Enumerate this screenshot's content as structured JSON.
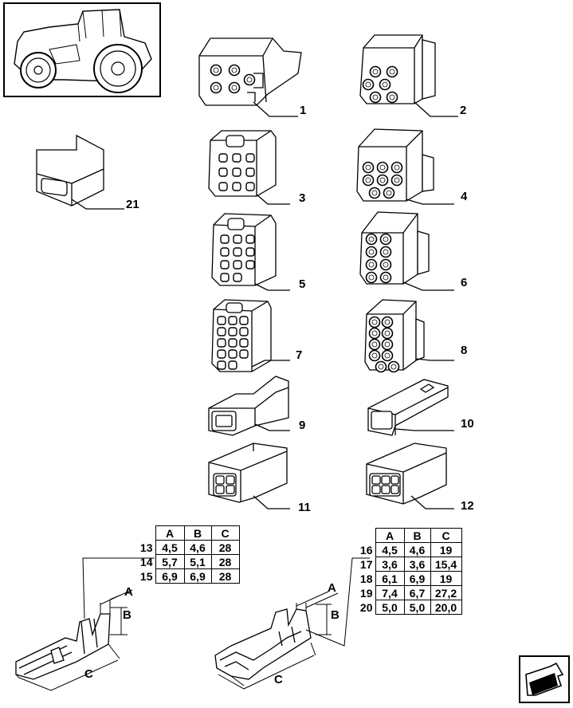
{
  "parts": {
    "p1": "1",
    "p2": "2",
    "p3": "3",
    "p4": "4",
    "p5": "5",
    "p6": "6",
    "p7": "7",
    "p8": "8",
    "p9": "9",
    "p10": "10",
    "p11": "11",
    "p12": "12",
    "p21": "21"
  },
  "table_left": {
    "headers": [
      "A",
      "B",
      "C"
    ],
    "rows": [
      {
        "ref": "13",
        "a": "4,5",
        "b": "4,6",
        "c": "28"
      },
      {
        "ref": "14",
        "a": "5,7",
        "b": "5,1",
        "c": "28"
      },
      {
        "ref": "15",
        "a": "6,9",
        "b": "6,9",
        "c": "28"
      }
    ]
  },
  "table_right": {
    "headers": [
      "A",
      "B",
      "C"
    ],
    "rows": [
      {
        "ref": "16",
        "a": "4,5",
        "b": "4,6",
        "c": "19"
      },
      {
        "ref": "17",
        "a": "3,6",
        "b": "3,6",
        "c": "15,4"
      },
      {
        "ref": "18",
        "a": "6,1",
        "b": "6,9",
        "c": "19"
      },
      {
        "ref": "19",
        "a": "7,4",
        "b": "6,7",
        "c": "27,2"
      },
      {
        "ref": "20",
        "a": "5,0",
        "b": "5,0",
        "c": "20,0"
      }
    ]
  },
  "dimensions": {
    "left_a": "A",
    "left_b": "B",
    "left_c": "C",
    "right_a": "A",
    "right_b": "B",
    "right_c": "C"
  }
}
